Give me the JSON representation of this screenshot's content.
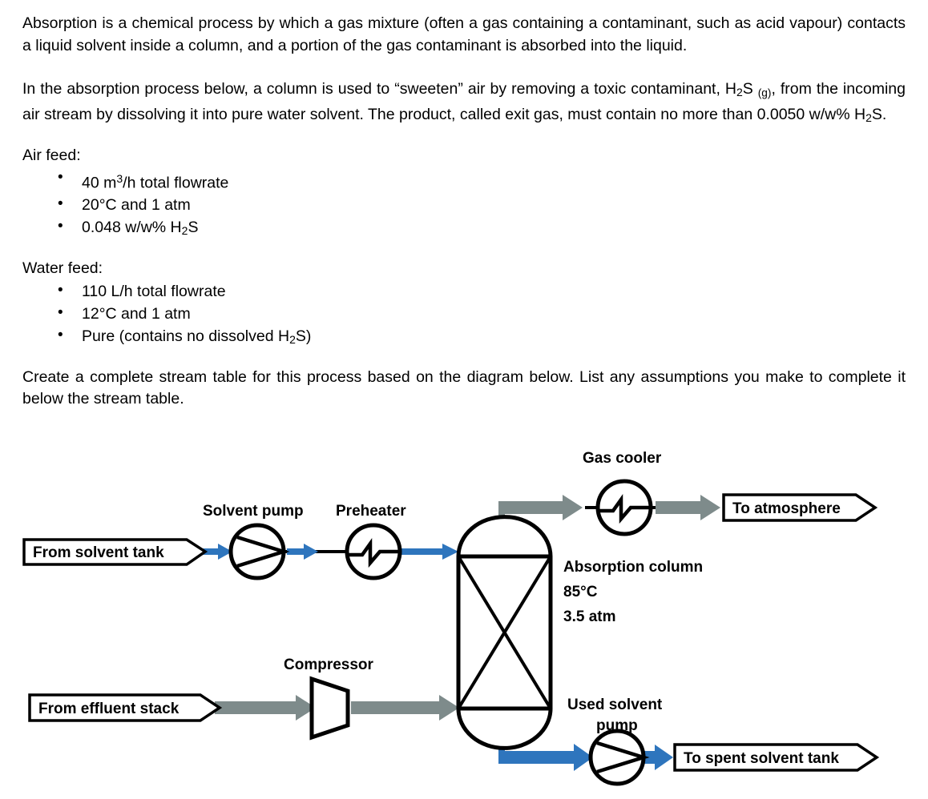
{
  "document": {
    "paragraphs": [
      "Absorption is a chemical process by which a gas mixture (often a gas containing a contaminant, such as acid vapour) contacts a liquid solvent inside a column, and a portion of the gas contaminant is absorbed into the liquid.",
      "Create a complete stream table for this process based on the diagram below. List any assumptions you make to complete it below the stream table."
    ],
    "paragraph2_parts": {
      "a": "In the absorption process below, a column is used to “sweeten” air by removing a toxic contaminant, H",
      "sub1": "2",
      "b": "S ",
      "sub2": "(g)",
      "c": ", from the incoming air stream by dissolving it into pure water solvent. The product, called exit gas, must contain no more than 0.0050 w/w% H",
      "sub3": "2",
      "d": "S."
    },
    "sections": [
      {
        "heading": "Air feed:",
        "items": [
          {
            "pre": "40 m",
            "sup": "3",
            "post": "/h total flowrate"
          },
          {
            "pre": "20°C and 1 atm",
            "sup": "",
            "post": ""
          },
          {
            "pre": "0.048 w/w% H",
            "sub": "2",
            "post": "S"
          }
        ]
      },
      {
        "heading": "Water feed:",
        "items": [
          {
            "pre": "110 L/h total flowrate",
            "sup": "",
            "post": ""
          },
          {
            "pre": "12°C and 1 atm",
            "sup": "",
            "post": ""
          },
          {
            "pre": "Pure (contains no dissolved H",
            "sub": "2",
            "post": "S)"
          }
        ]
      }
    ]
  },
  "diagram": {
    "colors": {
      "liquid_stream": "#2E75BD",
      "gas_stream": "#7E8B8B",
      "outline": "#000000"
    },
    "equipment": {
      "solvent_pump": "Solvent pump",
      "preheater": "Preheater",
      "gas_cooler": "Gas cooler",
      "compressor": "Compressor",
      "used_solvent_pump_line1": "Used solvent",
      "used_solvent_pump_line2": "pump"
    },
    "column": {
      "name": "Absorption column",
      "temperature": "85°C",
      "pressure": "3.5 atm"
    },
    "streams": {
      "from_solvent_tank": "From solvent tank",
      "from_effluent_stack": "From effluent stack",
      "to_atmosphere": "To atmosphere",
      "to_spent_solvent_tank": "To spent solvent tank"
    }
  }
}
